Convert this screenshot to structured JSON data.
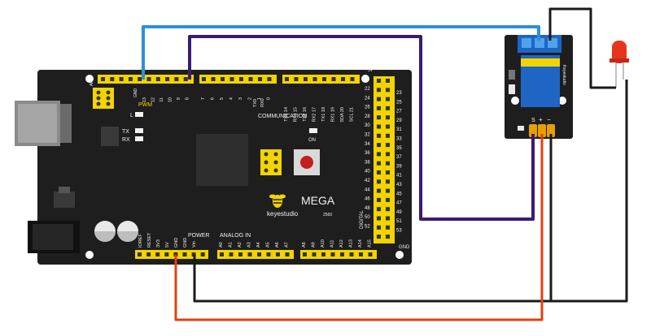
{
  "board": {
    "brand": "keyestudio",
    "model": "MEGA",
    "model_number": "2560",
    "aref": "AREF",
    "gnd": "GND",
    "pwm": "PWM",
    "led_l": "L",
    "tx": "TX",
    "rx": "RX",
    "on": "ON",
    "communication": "COMMUNICATION",
    "power": "POWER",
    "analog_in": "ANALOG IN",
    "digital": "DIGITAL",
    "bottom_gnd": "GND",
    "top_5v": "5V",
    "pwm_pins": [
      "13",
      "12",
      "11",
      "10",
      "9",
      "8"
    ],
    "digital_top_pins": [
      "7",
      "6",
      "5",
      "4",
      "3",
      "2",
      "1",
      "0"
    ],
    "tx0": "TX0",
    "rx0": "RX0",
    "comm_pins": [
      "TX3 14",
      "RX3 15",
      "TX2 16",
      "RX2 17",
      "TX1 18",
      "RX1 19",
      "SDA 20",
      "SCL 21"
    ],
    "power_pins": [
      "IOREF",
      "RESET",
      "3V3",
      "5V",
      "GND",
      "GND",
      "Vin"
    ],
    "analog_pins": [
      "A0",
      "A1",
      "A2",
      "A3",
      "A4",
      "A5",
      "A6",
      "A7",
      "A8",
      "A9",
      "A10",
      "A11",
      "A12",
      "A13",
      "A14",
      "A15"
    ],
    "right_header_left": [
      "22",
      "24",
      "26",
      "28",
      "30",
      "32",
      "34",
      "36",
      "38",
      "40",
      "42",
      "44",
      "46",
      "48",
      "50",
      "52"
    ],
    "right_header_right": [
      "23",
      "25",
      "27",
      "29",
      "31",
      "33",
      "35",
      "37",
      "39",
      "41",
      "43",
      "45",
      "47",
      "49",
      "51",
      "53"
    ]
  },
  "relay_module": {
    "brand": "Keyestudio",
    "pins": [
      "S",
      "+",
      "−"
    ]
  },
  "colors": {
    "board": "#1e1e1e",
    "header": "#f2d400",
    "wire_blue": "#2f8fd8",
    "wire_purple": "#3b1a72",
    "wire_black": "#1a1a1a",
    "wire_red": "#e0410f",
    "relay_blue": "#1f66c4",
    "led_red": "#e8341c"
  },
  "icons": [
    "usb-connector-icon",
    "dc-jack-icon",
    "capacitor-icon",
    "reset-button-icon",
    "bee-logo-icon",
    "led-icon"
  ]
}
